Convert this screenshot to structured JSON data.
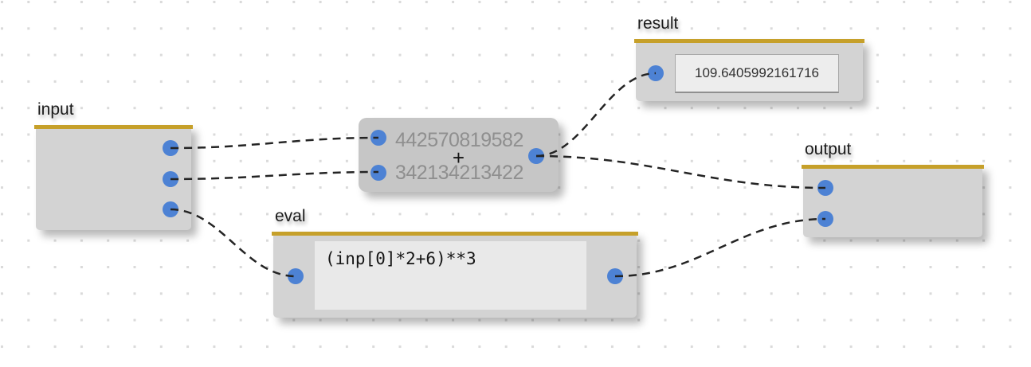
{
  "canvas": {
    "background": "#ffffff",
    "grid_dot_color": "#dadada"
  },
  "colors": {
    "node_body": "#d3d3d3",
    "operator_node_body": "#c6c6c6",
    "header_bar_gold": "#c6a02a",
    "port_blue": "#4d82d4",
    "wire_black": "#242424",
    "field_background": "#ededed",
    "muted_number_text": "#8f8f8f"
  },
  "nodes": {
    "input": {
      "title": "input"
    },
    "add": {
      "top_operand": "442570819582",
      "operator": "+",
      "bottom_operand": "342134213422"
    },
    "result": {
      "title": "result",
      "value": "109.6405992161716"
    },
    "eval": {
      "title": "eval",
      "expression": "(inp[0]*2+6)**3"
    },
    "output": {
      "title": "output"
    }
  }
}
